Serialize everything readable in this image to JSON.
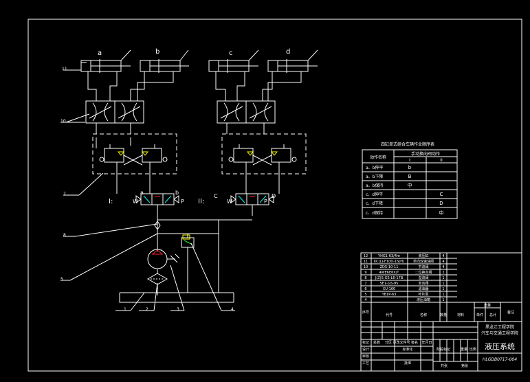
{
  "cylinders": {
    "labels": [
      "a",
      "b",
      "c",
      "d"
    ]
  },
  "valve_labels": {
    "i_label": "I:",
    "ii_label": "II:",
    "left_valve": {
      "a": "a",
      "b": "b",
      "p": "P",
      "w": "W"
    },
    "right_valve": {
      "a": "C",
      "b": "D",
      "p": "P",
      "w": "W"
    }
  },
  "leaders": {
    "left": [
      "11",
      "10",
      "7",
      "8",
      "5"
    ],
    "bottom": [
      "1",
      "2",
      "3",
      "4"
    ]
  },
  "sequence_table": {
    "title": "四缸单式组合车辆作业顺序表",
    "header_action": "动作名称",
    "header_group": "手动换向阀动作",
    "header_cols": [
      "I",
      "II"
    ],
    "rows": [
      {
        "name": "a、b伸平",
        "i": "b",
        "ii": ""
      },
      {
        "name": "a、b下降",
        "i": "B",
        "ii": ""
      },
      {
        "name": "a、b保持",
        "i": "中",
        "ii": ""
      },
      {
        "name": "c、d伸平",
        "i": "",
        "ii": "C"
      },
      {
        "name": "c、d下降",
        "i": "",
        "ii": "D"
      },
      {
        "name": "c、d保持",
        "i": "",
        "ii": "中"
      }
    ]
  },
  "parts_list": {
    "rows": [
      {
        "no": "12",
        "code": "YHG1-63/4m",
        "name": "液压缸",
        "qty": "4"
      },
      {
        "no": "11",
        "code": "KC(L)-F10D-1S(H)",
        "name": "单向双速油阀",
        "qty": "4"
      },
      {
        "no": "10",
        "code": "ZDS-10-11",
        "name": "节流阀",
        "qty": "4"
      },
      {
        "no": "9",
        "code": "4WE6E6X/T",
        "name": "二位换向阀",
        "qty": "2"
      },
      {
        "no": "8",
        "code": "J(Z)S-G5-L6-17B",
        "name": "溢流阀",
        "qty": "1"
      },
      {
        "no": "7",
        "code": "SE1-G5-95",
        "name": "单向阀",
        "qty": "1"
      },
      {
        "no": "6",
        "code": "XU-160",
        "name": "滤油器",
        "qty": "1"
      },
      {
        "no": "5",
        "code": "YB1P-63",
        "name": "叶片泵",
        "qty": "1"
      },
      {
        "no": "4",
        "code": "",
        "name": "液压油箱",
        "qty": "1"
      }
    ],
    "header": {
      "no": "序号",
      "code": "代号",
      "name": "名称",
      "qty": "数量",
      "material": "材料",
      "weight": "单件",
      "total": "总计",
      "note": "备注"
    },
    "weight_label": "重量"
  },
  "title_block": {
    "school": "黑龙江工程学院",
    "dept": "汽车与交通工程学院",
    "drawing_title": "液压系统",
    "drawing_no": "HLGDB0717-004",
    "labels": {
      "mark": "标记",
      "count": "处数",
      "zone": "分区",
      "doc_no": "更改文件号",
      "sign": "签名",
      "date": "年月日",
      "design": "设计",
      "standard": "标准化",
      "review": "审核",
      "process": "工艺",
      "approve": "批准",
      "stage": "阶段标记",
      "weight": "重量",
      "scale": "比例",
      "sheets": "共张",
      "sheet": "第张"
    }
  }
}
